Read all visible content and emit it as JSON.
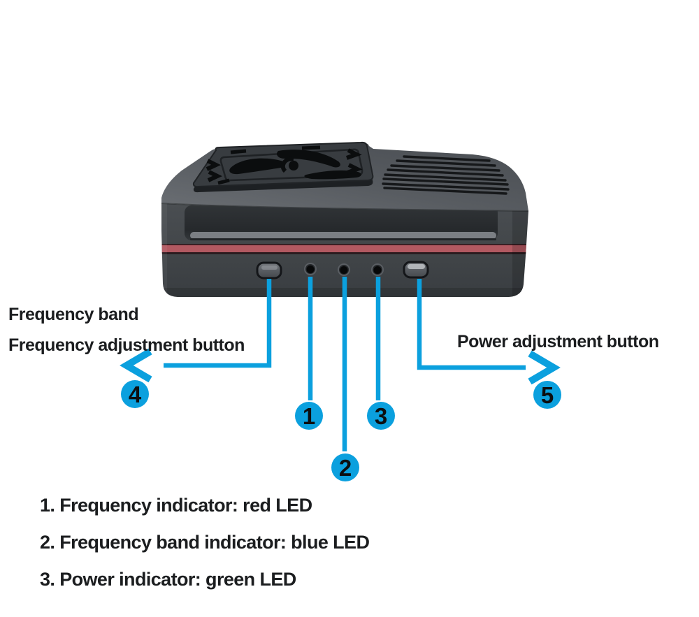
{
  "colors": {
    "accent_blue": "#0ba0de",
    "stripe_red": "#b25961",
    "body_gray": "#3f4347",
    "text_ink": "#1b1d1f"
  },
  "device": {
    "description": "transmitter module top-front view",
    "features": {
      "fan_grille": "fan-grille",
      "vents": "vent-slats",
      "red_stripe": "red-stripe",
      "left_button": "frequency-adjustment-button",
      "right_button": "power-adjustment-button",
      "led_1": "frequency-led-hole",
      "led_2": "frequency-band-led-hole",
      "led_3": "power-led-hole"
    }
  },
  "callouts": {
    "frequency_band": {
      "label": "Frequency band"
    },
    "frequency_adjustment": {
      "label": "Frequency adjustment button",
      "marker": "4"
    },
    "power_adjustment": {
      "label": "Power adjustment button",
      "marker": "5"
    },
    "led_markers": [
      {
        "marker": "1"
      },
      {
        "marker": "2"
      },
      {
        "marker": "3"
      }
    ]
  },
  "legend": {
    "items": [
      {
        "text": "1. Frequency indicator: red LED"
      },
      {
        "text": "2. Frequency band indicator: blue LED"
      },
      {
        "text": "3. Power indicator: green LED"
      }
    ]
  }
}
